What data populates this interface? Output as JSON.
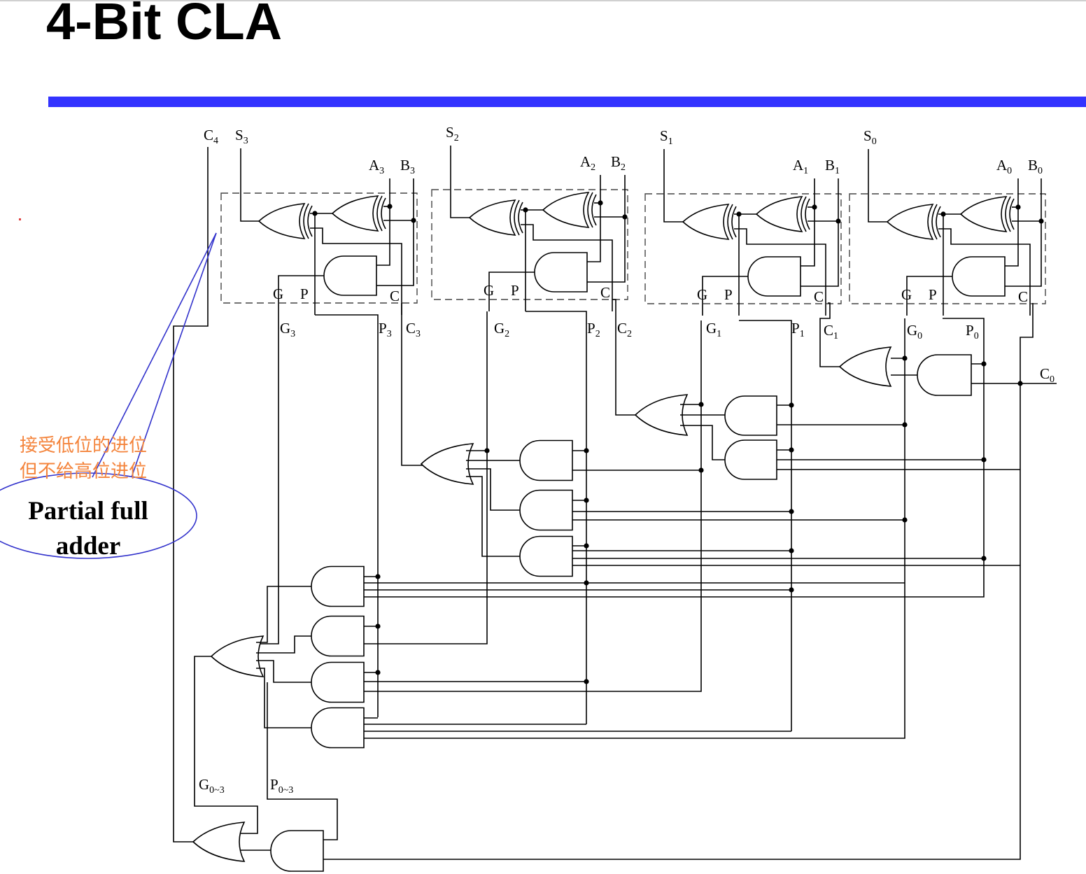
{
  "slide": {
    "title": "4-Bit CLA",
    "accent_color": "#3333ff"
  },
  "annotation": {
    "note_line1": "接受低位的进位",
    "note_line2": "但不给高位进位",
    "callout_line1": "Partial full",
    "callout_line2": "adder",
    "note_color": "#f4843c",
    "callout_color": "#3333cc"
  },
  "diagram": {
    "blocks": [
      {
        "bit": "3",
        "sum": "S",
        "a": "A",
        "b": "B",
        "g": "G",
        "p": "P",
        "c": "C"
      },
      {
        "bit": "2",
        "sum": "S",
        "a": "A",
        "b": "B",
        "g": "G",
        "p": "P",
        "c": "C"
      },
      {
        "bit": "1",
        "sum": "S",
        "a": "A",
        "b": "B",
        "g": "G",
        "p": "P",
        "c": "C"
      },
      {
        "bit": "0",
        "sum": "S",
        "a": "A",
        "b": "B",
        "g": "G",
        "p": "P",
        "c": "C"
      }
    ],
    "signals": {
      "carry_out": {
        "base": "C",
        "sub": "4"
      },
      "carry_in": {
        "base": "C",
        "sub": "0"
      },
      "g3": {
        "base": "G",
        "sub": "3"
      },
      "p3": {
        "base": "P",
        "sub": "3"
      },
      "c3": {
        "base": "C",
        "sub": "3"
      },
      "g2": {
        "base": "G",
        "sub": "2"
      },
      "p2": {
        "base": "P",
        "sub": "2"
      },
      "c2": {
        "base": "C",
        "sub": "2"
      },
      "g1": {
        "base": "G",
        "sub": "1"
      },
      "p1": {
        "base": "P",
        "sub": "1"
      },
      "c1": {
        "base": "C",
        "sub": "1"
      },
      "g0": {
        "base": "G",
        "sub": "0"
      },
      "p0": {
        "base": "P",
        "sub": "0"
      },
      "group_g": {
        "base": "G",
        "sub": "0~3"
      },
      "group_p": {
        "base": "P",
        "sub": "0~3"
      }
    }
  }
}
